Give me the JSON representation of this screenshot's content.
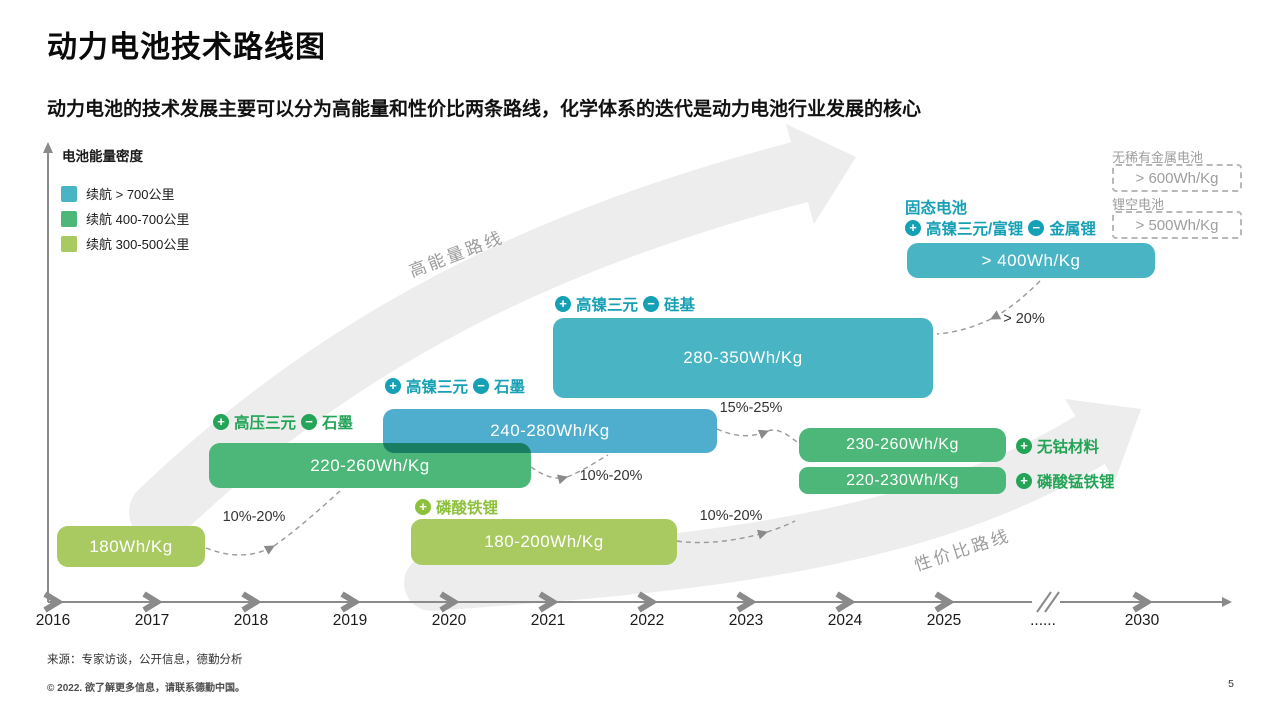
{
  "slide": {
    "title": "动力电池技术路线图",
    "subtitle": "动力电池的技术发展主要可以分为高能量和性价比两条路线，化学体系的迭代是动力电池行业发展的核心",
    "source": "来源：专家访谈，公开信息，德勤分析",
    "copyright": "© 2022. 欲了解更多信息，请联系德勤中国。",
    "page_number": "5"
  },
  "icons": {
    "plus": "+",
    "minus": "−"
  },
  "axes": {
    "y_label": "电池能量密度",
    "years": [
      "2016",
      "2017",
      "2018",
      "2019",
      "2020",
      "2021",
      "2022",
      "2023",
      "2024",
      "2025",
      "......",
      "2030"
    ]
  },
  "legend": [
    {
      "label": "续航 > 700公里",
      "color": "#49B4C4"
    },
    {
      "label": "续航 400-700公里",
      "color": "#4CB778"
    },
    {
      "label": "续航 300-500公里",
      "color": "#A9CA60"
    }
  ],
  "routes": {
    "high_energy": "高能量路线",
    "cost_performance": "性价比路线"
  },
  "bars": {
    "b180": "180Wh/Kg",
    "b220_260": "220-260Wh/Kg",
    "b240_280": "240-280Wh/Kg",
    "b280_350": "280-350Wh/Kg",
    "b400": "> 400Wh/Kg",
    "b230_260": "230-260Wh/Kg",
    "b220_230": "220-230Wh/Kg",
    "b180_200": "180-200Wh/Kg"
  },
  "chem": {
    "l220_260": {
      "plus": "高压三元",
      "minus": "石墨"
    },
    "l240_280": {
      "plus": "高镍三元",
      "minus": "石墨"
    },
    "l280_350": {
      "plus": "高镍三元",
      "minus": "硅基"
    },
    "l180_200": {
      "plus": "磷酸铁锂"
    },
    "solid_state": {
      "title": "固态电池",
      "plus": "高镍三元/富锂",
      "minus": "金属锂"
    },
    "r230_260": {
      "plus": "无钴材料"
    },
    "r220_230": {
      "plus": "磷酸锰铁锂"
    }
  },
  "future": {
    "no_rare_metal": {
      "label": "无稀有金属电池",
      "value": "> 600Wh/Kg"
    },
    "li_air": {
      "label": "锂空电池",
      "value": "> 500Wh/Kg"
    }
  },
  "transitions": {
    "t1": "10%-20%",
    "t2": "10%-20%",
    "t3": "15%-25%",
    "t4": "10%-20%",
    "t5": "> 20%"
  },
  "colors": {
    "teal_bar": "#49B4C4",
    "blue_bar": "#4FAECE",
    "green_bar": "#4CB778",
    "lime_bar": "#A9CA60",
    "teal_text": "#16A0B5",
    "green_text": "#23A457",
    "lime_text": "#8DC03C",
    "route_arrow": "#EDEDED",
    "axis": "#8A8A8A",
    "future_gray": "#9E9E9E"
  },
  "chart_data": {
    "type": "bar",
    "title": "动力电池技术路线图",
    "ylabel": "电池能量密度",
    "x_ticks": [
      "2016",
      "2017",
      "2018",
      "2019",
      "2020",
      "2021",
      "2022",
      "2023",
      "2024",
      "2025",
      "......",
      "2030"
    ],
    "legend": [
      "续航 > 700公里",
      "续航 400-700公里",
      "续航 300-500公里"
    ],
    "legend_position": "top-left",
    "series": [
      {
        "name": "180Wh/Kg",
        "year_span": [
          2016.0,
          2017.5
        ],
        "range_class": "续航 300-500公里",
        "chemistry": ""
      },
      {
        "name": "220-260Wh/Kg",
        "year_span": [
          2017.6,
          2020.8
        ],
        "range_class": "续航 400-700公里",
        "chemistry": "+高压三元 −石墨"
      },
      {
        "name": "240-280Wh/Kg",
        "year_span": [
          2019.3,
          2022.7
        ],
        "range_class": "续航 > 700公里",
        "chemistry": "+高镍三元 −石墨"
      },
      {
        "name": "280-350Wh/Kg",
        "year_span": [
          2021.1,
          2024.9
        ],
        "range_class": "续航 > 700公里",
        "chemistry": "+高镍三元 −硅基"
      },
      {
        "name": "> 400Wh/Kg",
        "year_span": [
          2024.6,
          2027.1
        ],
        "range_class": "续航 > 700公里",
        "chemistry": "固态电池 +高镍三元/富锂 −金属锂"
      },
      {
        "name": "230-260Wh/Kg",
        "year_span": [
          2023.5,
          2025.6
        ],
        "range_class": "续航 400-700公里",
        "chemistry": "+无钴材料"
      },
      {
        "name": "220-230Wh/Kg",
        "year_span": [
          2023.5,
          2025.6
        ],
        "range_class": "续航 400-700公里",
        "chemistry": "+磷酸锰铁锂"
      },
      {
        "name": "180-200Wh/Kg",
        "year_span": [
          2019.6,
          2022.3
        ],
        "range_class": "续航 300-500公里",
        "chemistry": "+磷酸铁锂"
      }
    ],
    "future_targets": [
      {
        "name": "无稀有金属电池",
        "value": "> 600Wh/Kg"
      },
      {
        "name": "锂空电池",
        "value": "> 500Wh/Kg"
      }
    ],
    "transition_gains": [
      "10%-20%",
      "10%-20%",
      "15%-25%",
      "10%-20%",
      "> 20%"
    ],
    "routes": [
      "高能量路线",
      "性价比路线"
    ]
  }
}
